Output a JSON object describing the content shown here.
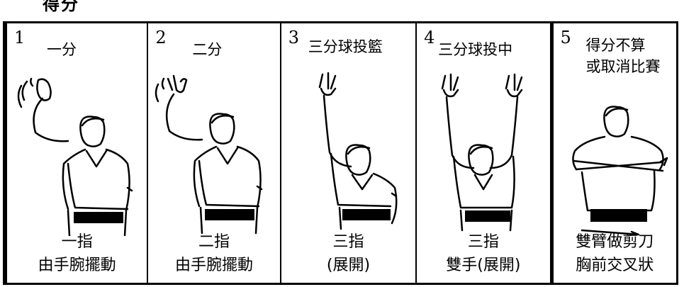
{
  "header": {
    "fragment": "得分"
  },
  "panels": [
    {
      "number": "1",
      "title": "一分",
      "caption_line1": "一指",
      "caption_line2": "由手腕擺動"
    },
    {
      "number": "2",
      "title": "二分",
      "caption_line1": "二指",
      "caption_line2": "由手腕擺動"
    },
    {
      "number": "3",
      "title": "三分球投籃",
      "caption_line1": "三指",
      "caption_line2": "(展開)"
    },
    {
      "number": "4",
      "title": "三分球投中",
      "caption_line1": "三指",
      "caption_line2": "雙手(展開)"
    },
    {
      "number": "5",
      "title_line1": "得分不算",
      "title_line2": "或取消比賽",
      "caption_line1": "雙臂做剪刀",
      "caption_line2": "胸前交叉狀"
    }
  ]
}
